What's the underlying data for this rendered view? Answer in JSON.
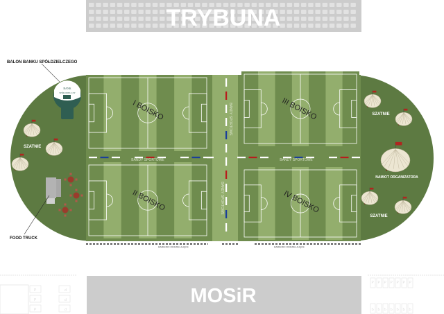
{
  "stands": {
    "label": "TRYBUNA"
  },
  "venue": {
    "label": "MOSiR"
  },
  "pitches": [
    {
      "label": "I BOISKO"
    },
    {
      "label": "II BOISKO"
    },
    {
      "label": "III BOISKO"
    },
    {
      "label": "IV BOISKO"
    }
  ],
  "labels": {
    "balloon": "BALON BANKU SPÓŁDZIELCZEGO",
    "balloon_text1": "BANK",
    "balloon_text2": "SPÓŁDZIELCZY",
    "changing_rooms_left": "SZATNIE",
    "changing_rooms_right_top": "SZATNIE",
    "changing_rooms_right_bottom": "SZATNIE",
    "organizer_tent": "NAMIOT ORGANIZATORA",
    "food_truck": "FOOD TRUCK",
    "boards_left": "BANDY SPORTOWE",
    "boards_right": "BANDY SPORTOWE",
    "boards_center_top": "BANDY SPORTOWE",
    "boards_center_bottom": "BANDY SPORTOWE",
    "barrier_left": "BARIERKI ODDZIELAJĄCE",
    "barrier_right": "BARIERKI ODDZIELAJĄCE",
    "parking": "P"
  },
  "colors": {
    "grass_dark": "#5d7a42",
    "pitch_dark": "#6f8c4e",
    "pitch_light": "#93ae6d",
    "tent": "#ece6d2",
    "flag": "#b0261f",
    "balloon": "#2f5e52",
    "board_red": "#b81c1c",
    "board_blue": "#1a3f9a"
  }
}
